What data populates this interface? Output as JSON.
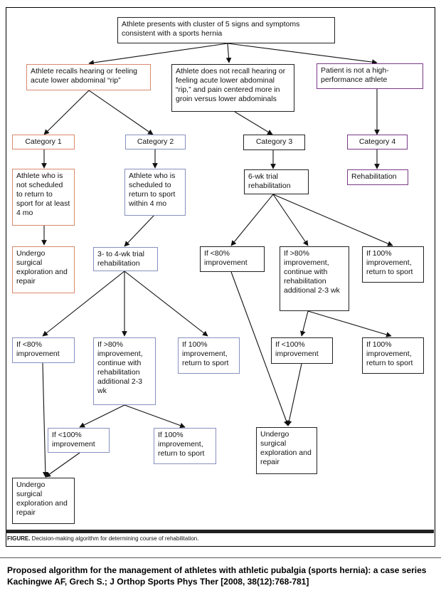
{
  "nodes": {
    "root": "Athlete presents with cluster of 5 signs and symptoms consistent with a sports hernia",
    "recall_rip": "Athlete recalls hearing or feeling acute lower abdominal “rip”",
    "no_recall_rip": "Athlete does not recall hearing or feeling acute lower abdominal “rip,” and pain centered more in groin versus lower abdominals",
    "not_high_perf": "Patient is not a high-performance athlete",
    "cat1": "Category 1",
    "cat2": "Category 2",
    "cat3": "Category 3",
    "cat4": "Category 4",
    "cat1_desc": "Athlete who is not scheduled to return to sport for at least 4 mo",
    "cat2_desc": "Athlete who is scheduled to return to sport within 4 mo",
    "cat3_trial": "6-wk trial rehabilitation",
    "cat4_rehab": "Rehabilitation",
    "cat1_surgery": "Undergo surgical exploration and repair",
    "cat2_trial": "3- to 4-wk trial rehabilitation",
    "c3_lt80": "If <80% improvement",
    "c3_gt80": "If >80% improvement, continue with rehabilitation additional 2-3 wk",
    "c3_100": "If 100% improvement, return to sport",
    "c2_lt80": "If <80% improvement",
    "c2_gt80": "If >80% improvement, continue with rehabilitation additional 2-3 wk",
    "c2_100": "If 100% improvement, return to sport",
    "c3_lt100": "If <100% improvement",
    "c3_100b": "If 100% improvement, return to sport",
    "c2_lt100": "If <100% improvement",
    "c2_100b": "If 100% improvement, return to sport",
    "c3_surgery": "Undergo surgical exploration and repair",
    "c2_surgery": "Undergo surgical exploration and repair"
  },
  "figure_caption": {
    "label": "FIGURE.",
    "text": " Decision-making algorithm for determining course of rehabilitation."
  },
  "source_caption": "Proposed algorithm for the management of athletes with athletic pubalgia (sports hernia): a case series Kachingwe AF, Grech S.;  J Orthop Sports Phys Ther [2008, 38(12):768-781]",
  "colors": {
    "black": "#222222",
    "orange": "#d9896e",
    "blue": "#8790c0",
    "purple": "#7a3a86"
  }
}
